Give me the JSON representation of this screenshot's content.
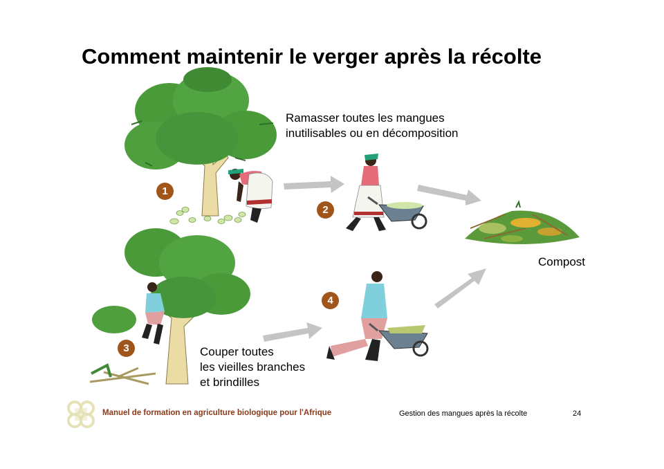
{
  "title": "Comment maintenir le verger après la récolte",
  "captions": {
    "collect": [
      "Ramasser toutes les mangues",
      "inutilisables ou en décomposition"
    ],
    "cut": [
      "Couper toutes",
      "les vieilles branches",
      "et brindilles"
    ],
    "compost": "Compost"
  },
  "steps": [
    "1",
    "2",
    "3",
    "4"
  ],
  "footer": {
    "manual": "Manuel de formation en agriculture biologique pour l'Afrique",
    "section": "Gestion des mangues après la récolte",
    "page": "24"
  },
  "colors": {
    "step_badge": "#a0561b",
    "footer_text": "#8b3a1a",
    "arrow": "#c4c4c4",
    "foliage": "#4a9a3a",
    "foliage_dark": "#2f6f28",
    "trunk": "#e8d8a0",
    "logo": "#e6e2b8"
  },
  "icons": {
    "logo": "four-petal-knot-logo"
  }
}
